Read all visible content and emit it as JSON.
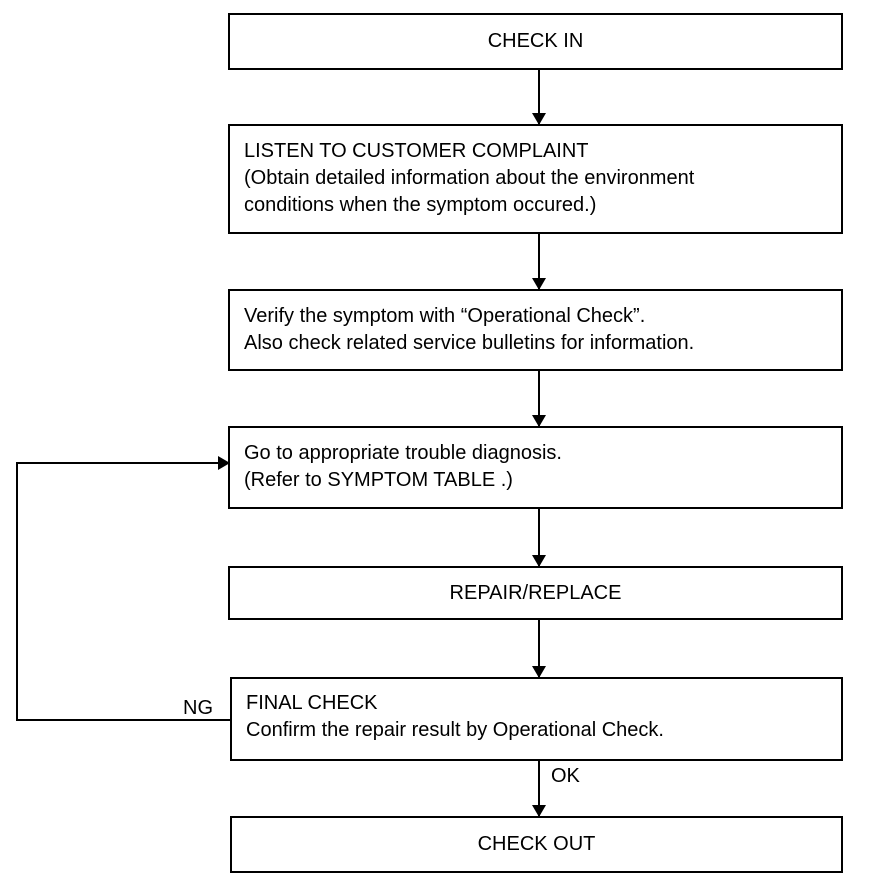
{
  "steps": {
    "check_in": "CHECK IN",
    "listen": {
      "title": "LISTEN TO CUSTOMER COMPLAINT",
      "line2": "(Obtain detailed information about the environment",
      "line3": "conditions when the symptom occured.)"
    },
    "verify": {
      "line1": "Verify the symptom with “Operational Check”.",
      "line2": "Also check related service bulletins for information."
    },
    "diagnosis": {
      "line1": "Go to appropriate trouble diagnosis.",
      "line2": "(Refer to SYMPTOM TABLE .)"
    },
    "repair": "REPAIR/REPLACE",
    "final_check": {
      "title": "FINAL CHECK",
      "line2": "Confirm the repair result by Operational Check."
    },
    "check_out": "CHECK OUT"
  },
  "branches": {
    "ng": "NG",
    "ok": "OK"
  }
}
